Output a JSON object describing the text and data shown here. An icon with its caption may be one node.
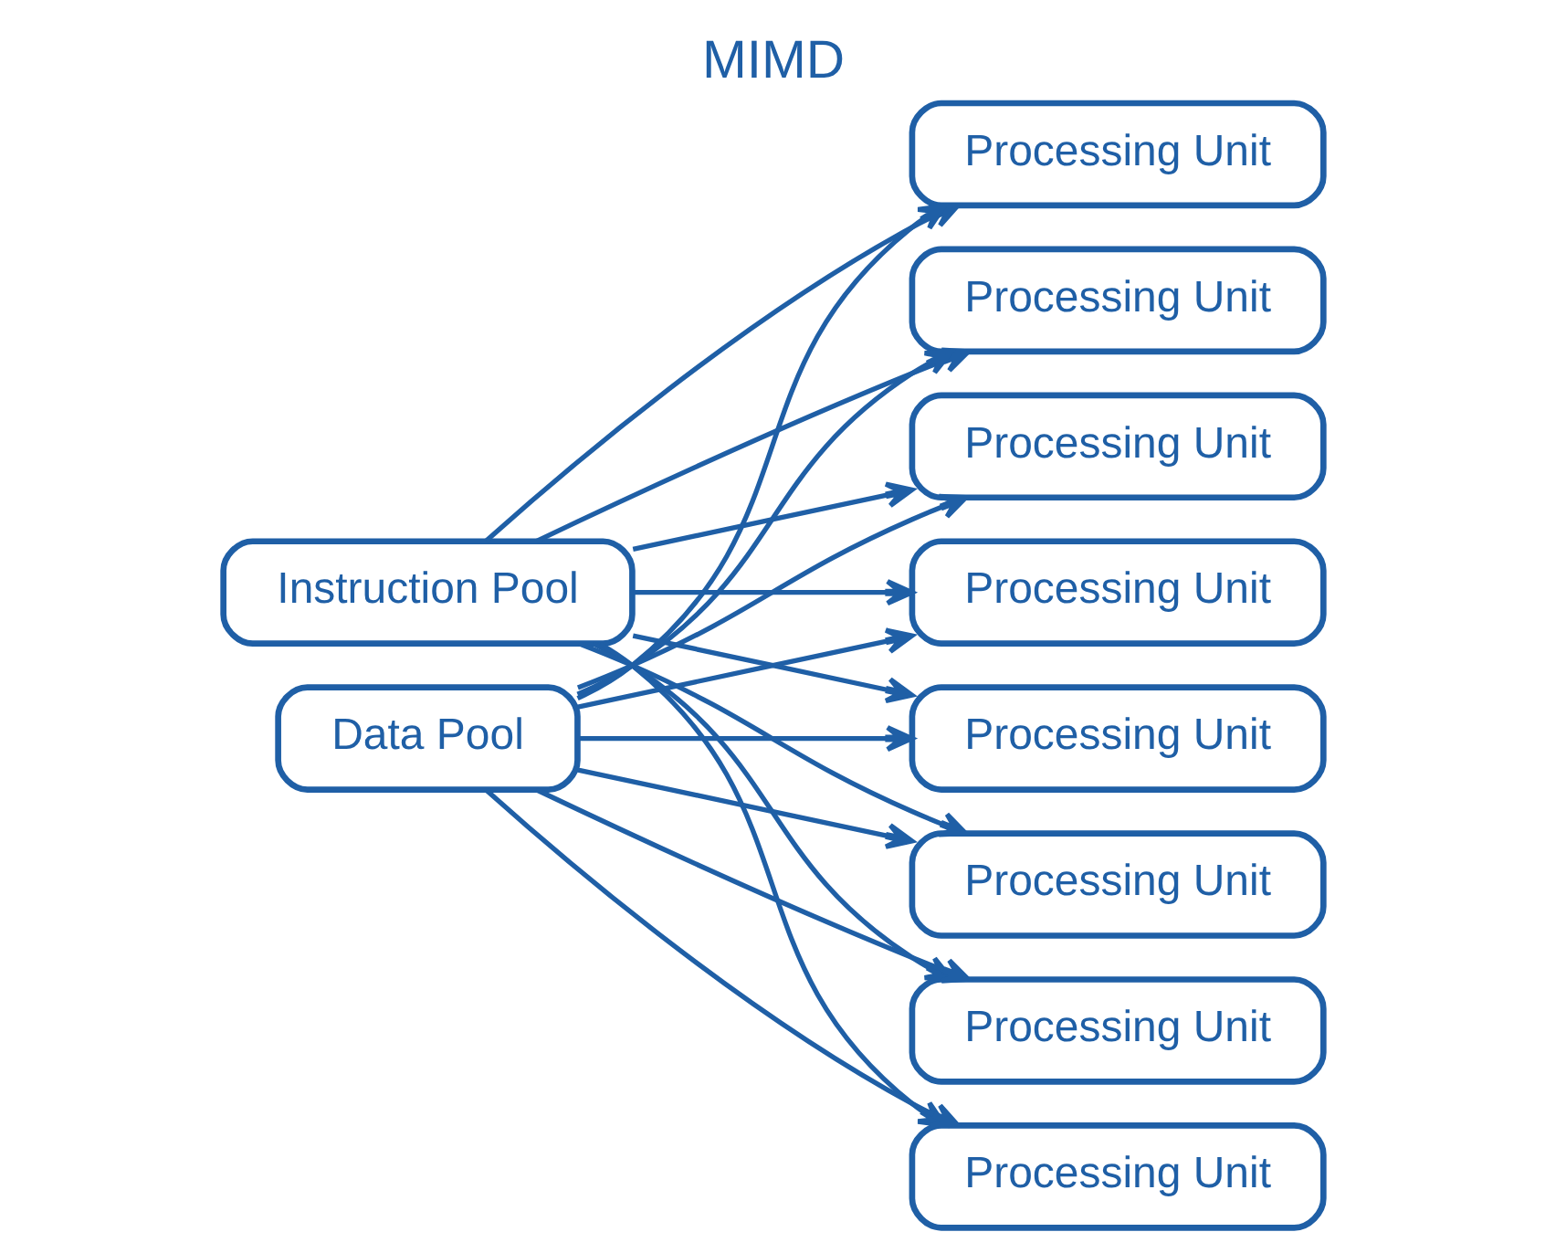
{
  "diagram": {
    "title": "MIMD",
    "nodes": [
      {
        "text": [
          "Instruction Pool"
        ]
      },
      {
        "text": [
          "Data Pool"
        ]
      },
      {
        "text": [
          "Processing Unit"
        ]
      },
      {
        "text": [
          "Processing Unit"
        ]
      },
      {
        "text": [
          "Processing Unit"
        ]
      },
      {
        "text": [
          "Processing Unit"
        ]
      },
      {
        "text": [
          "Processing Unit"
        ]
      },
      {
        "text": [
          "Processing Unit"
        ]
      },
      {
        "text": [
          "Processing Unit"
        ]
      },
      {
        "text": [
          "Processing Unit"
        ]
      }
    ],
    "edges": [
      {
        "from": 1,
        "to": 2,
        "arrow": "to"
      },
      {
        "from": 1,
        "to": 3,
        "arrow": "to"
      },
      {
        "from": 1,
        "to": 4,
        "arrow": "to"
      },
      {
        "from": 1,
        "to": 5,
        "arrow": "to"
      },
      {
        "from": 1,
        "to": 6,
        "arrow": "to"
      },
      {
        "from": 1,
        "to": 7,
        "arrow": "to"
      },
      {
        "from": 1,
        "to": 8,
        "arrow": "to"
      },
      {
        "from": 1,
        "to": 9,
        "arrow": "to"
      },
      {
        "from": 0,
        "to": 2,
        "arrow": "to"
      },
      {
        "from": 0,
        "to": 3,
        "arrow": "to"
      },
      {
        "from": 0,
        "to": 4,
        "arrow": "to"
      },
      {
        "from": 0,
        "to": 5,
        "arrow": "to"
      },
      {
        "from": 0,
        "to": 6,
        "arrow": "to"
      },
      {
        "from": 0,
        "to": 7,
        "arrow": "to"
      },
      {
        "from": 0,
        "to": 8,
        "arrow": "to"
      },
      {
        "from": 0,
        "to": 9,
        "arrow": "to"
      }
    ]
  }
}
